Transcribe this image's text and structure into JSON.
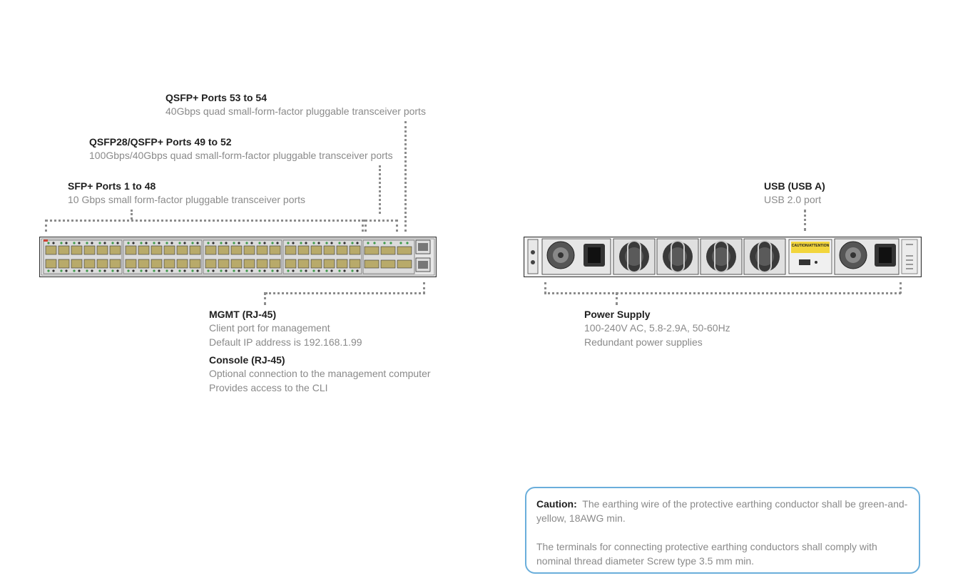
{
  "callouts": {
    "qsfp_53_54": {
      "title": "QSFP+ Ports 53 to 54",
      "desc": "40Gbps quad small-form-factor pluggable transceiver ports"
    },
    "qsfp28_49_52": {
      "title": "QSFP28/QSFP+ Ports 49 to 52",
      "desc": "100Gbps/40Gbps quad small-form-factor pluggable transceiver ports"
    },
    "sfp_1_48": {
      "title": "SFP+ Ports 1 to 48",
      "desc": "10 Gbps small form-factor pluggable transceiver ports"
    },
    "mgmt": {
      "title": "MGMT (RJ-45)",
      "line1": "Client port for management",
      "line2": "Default IP address is 192.168.1.99"
    },
    "console": {
      "title": "Console (RJ-45)",
      "line1": "Optional connection to the management computer",
      "line2": "Provides access to the CLI"
    },
    "usb": {
      "title": "USB (USB A)",
      "desc": "USB 2.0 port"
    },
    "power": {
      "title": "Power Supply",
      "line1": "100-240V AC, 5.8-2.9A, 50-60Hz",
      "line2": "Redundant power supplies"
    }
  },
  "rear_label": "CAUTION/ATTENTION",
  "caution": {
    "heading": "Caution:",
    "text1": "The earthing wire of the protective earthing conductor shall be green-and-yellow, 18AWG min.",
    "text2": "The terminals for connecting protective earthing conductors shall comply with nominal thread diameter Screw type 3.5 mm min."
  },
  "colors": {
    "line": "#8c8c8c",
    "caution_border": "#6aaedb",
    "port_fill": "#b8aa6a",
    "led": "#3c9a4a"
  }
}
